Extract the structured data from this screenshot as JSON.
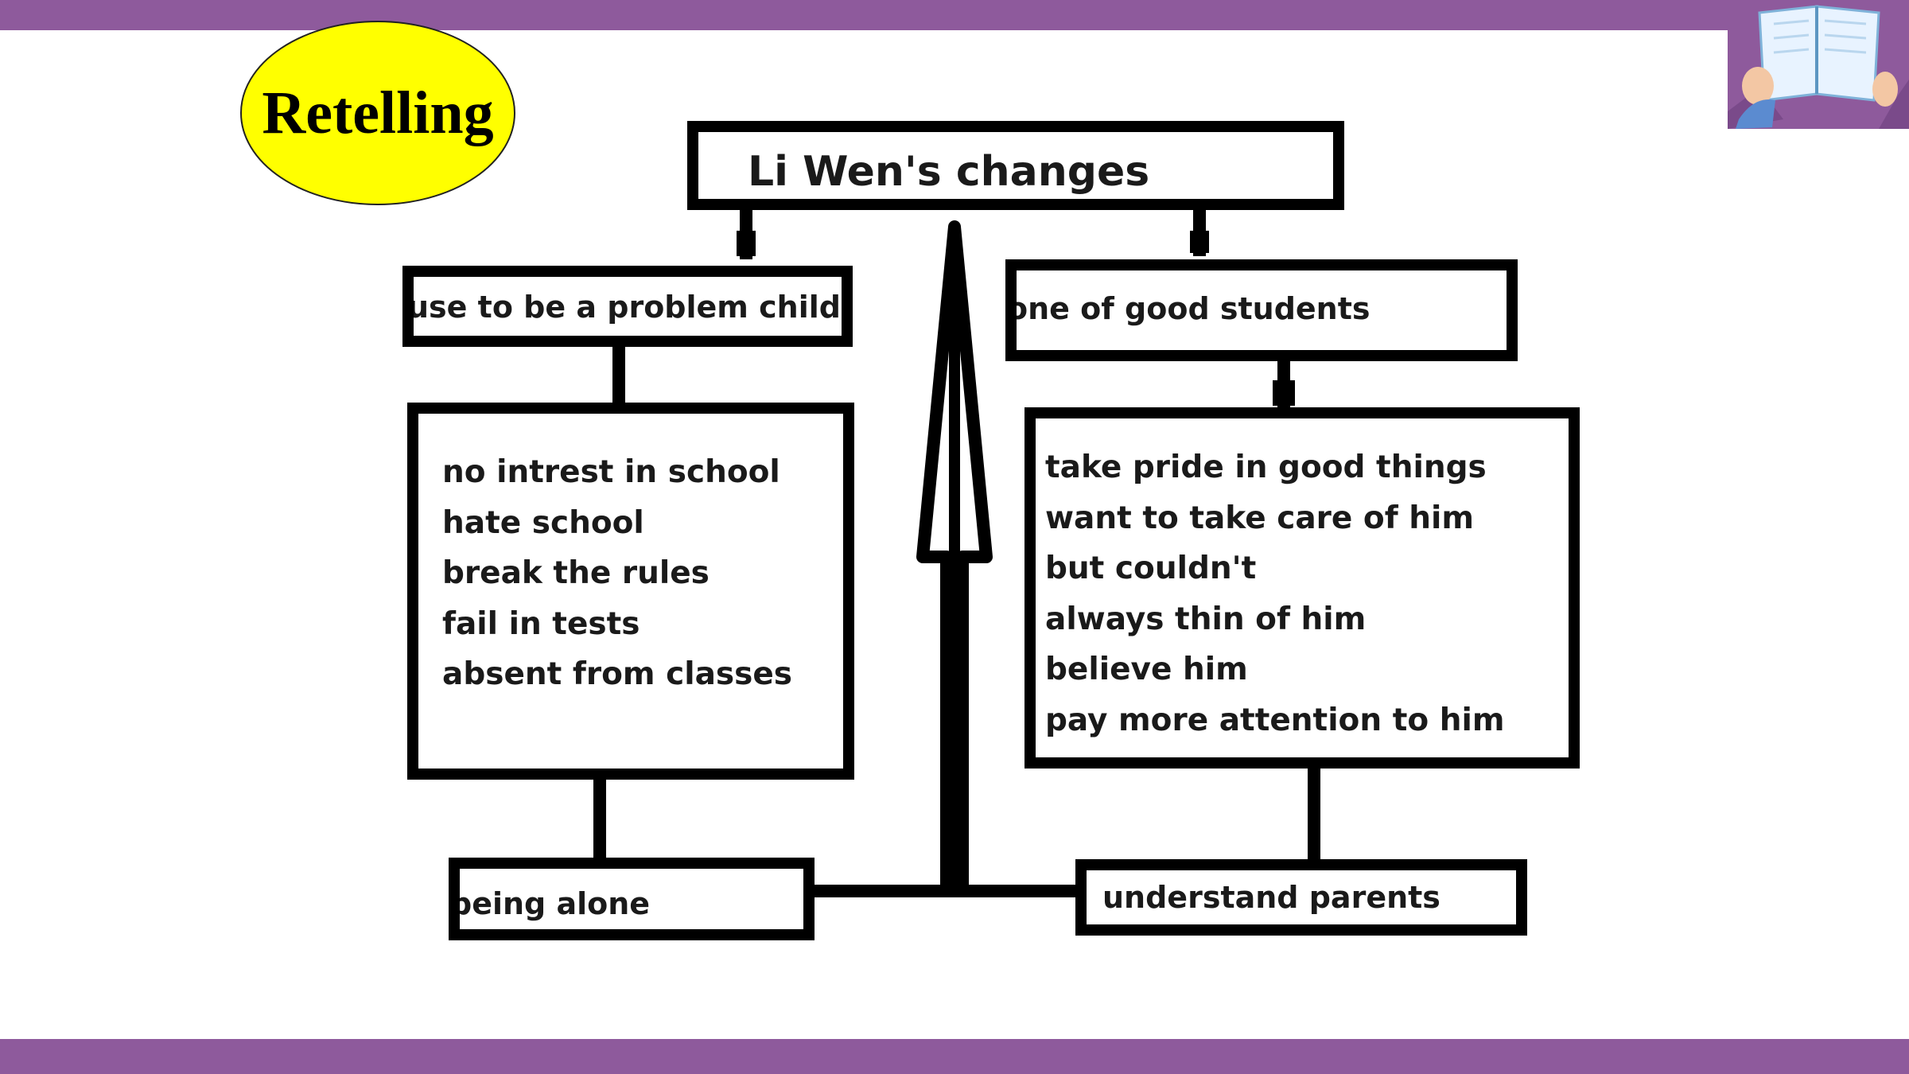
{
  "colors": {
    "bar": "#8e5a9c",
    "badge_fill": "#ffff00",
    "line": "#000000"
  },
  "badge": {
    "text": "Retelling"
  },
  "diagram": {
    "title": "Li Wen's changes",
    "left_branch": {
      "label": "use to be a  problem child",
      "items": [
        "no intrest in school",
        "hate school",
        "break the rules",
        "fail in tests",
        "absent from classes"
      ],
      "result": "being alone"
    },
    "right_branch": {
      "label": "one of good students",
      "items": [
        "take pride in good things",
        "want to take care of him",
        "but couldn't",
        "always thin of him",
        "believe him",
        "pay more attention to him"
      ],
      "result": "understand parents"
    }
  }
}
